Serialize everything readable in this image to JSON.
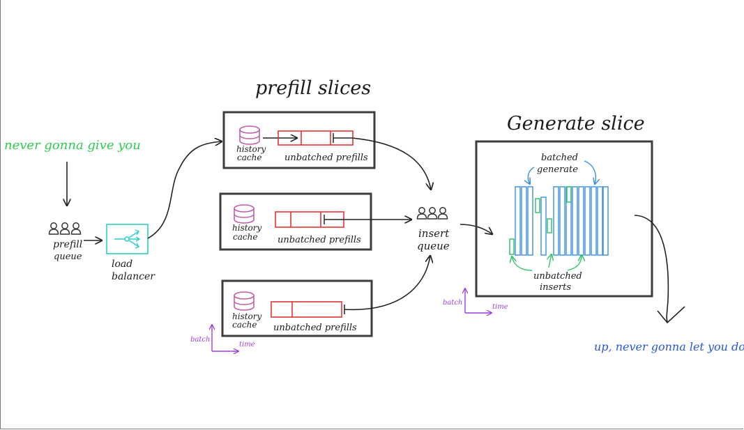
{
  "title_prefill": "prefill slices",
  "title_generate": "Generate slice",
  "lyric_left": "never gonna give you",
  "lyric_right": "up, never gonna let you down",
  "queue": {
    "line1": "prefill",
    "line2": "queue"
  },
  "load_balancer": {
    "line1": "load",
    "line2": "balancer"
  },
  "history_cache": {
    "line1": "history",
    "line2": "cache"
  },
  "unbatched_prefills": "unbatched prefills",
  "insert_queue": {
    "line1": "insert",
    "line2": "queue"
  },
  "batched_generate": {
    "line1": "batched",
    "line2": "generate"
  },
  "unbatched_inserts": {
    "line1": "unbatched",
    "line2": "inserts"
  },
  "axis": {
    "batch": "batch",
    "time": "time"
  },
  "colors": {
    "lyric_left": "#2ecc52",
    "lyric_right": "#2756d8",
    "red": "#e53333",
    "blue": "#3a8ee0",
    "green": "#33c46a",
    "pink": "#c45aa8",
    "teal": "#2ad0c8",
    "purple": "#9b3fe0",
    "box": "#3c3c3c"
  }
}
